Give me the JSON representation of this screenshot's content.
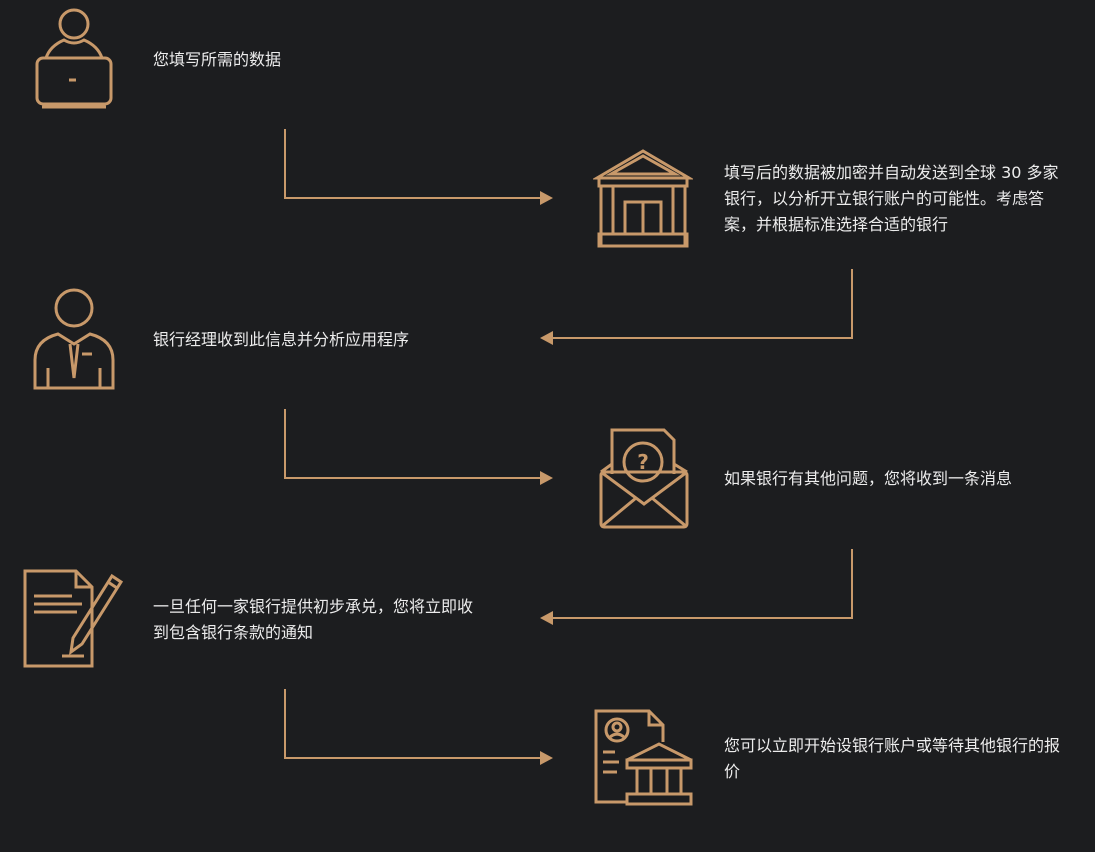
{
  "accent_color": "#c8996a",
  "steps": [
    {
      "text": "您填写所需的数据",
      "icon": "user-laptop-icon"
    },
    {
      "text": "填写后的数据被加密并自动发送到全球 30 多家银行，以分析开立银行账户的可能性。考虑答案，并根据标准选择合适的银行",
      "icon": "bank-building-icon"
    },
    {
      "text": "银行经理收到此信息并分析应用程序",
      "icon": "bank-manager-icon"
    },
    {
      "text": "如果银行有其他问题，您将收到一条消息",
      "icon": "envelope-question-icon"
    },
    {
      "text": "一旦任何一家银行提供初步承兑，您将立即收到包含银行条款的通知",
      "icon": "document-pen-icon"
    },
    {
      "text": "您可以立即开始设银行账户或等待其他银行的报价",
      "icon": "document-bank-icon"
    }
  ]
}
